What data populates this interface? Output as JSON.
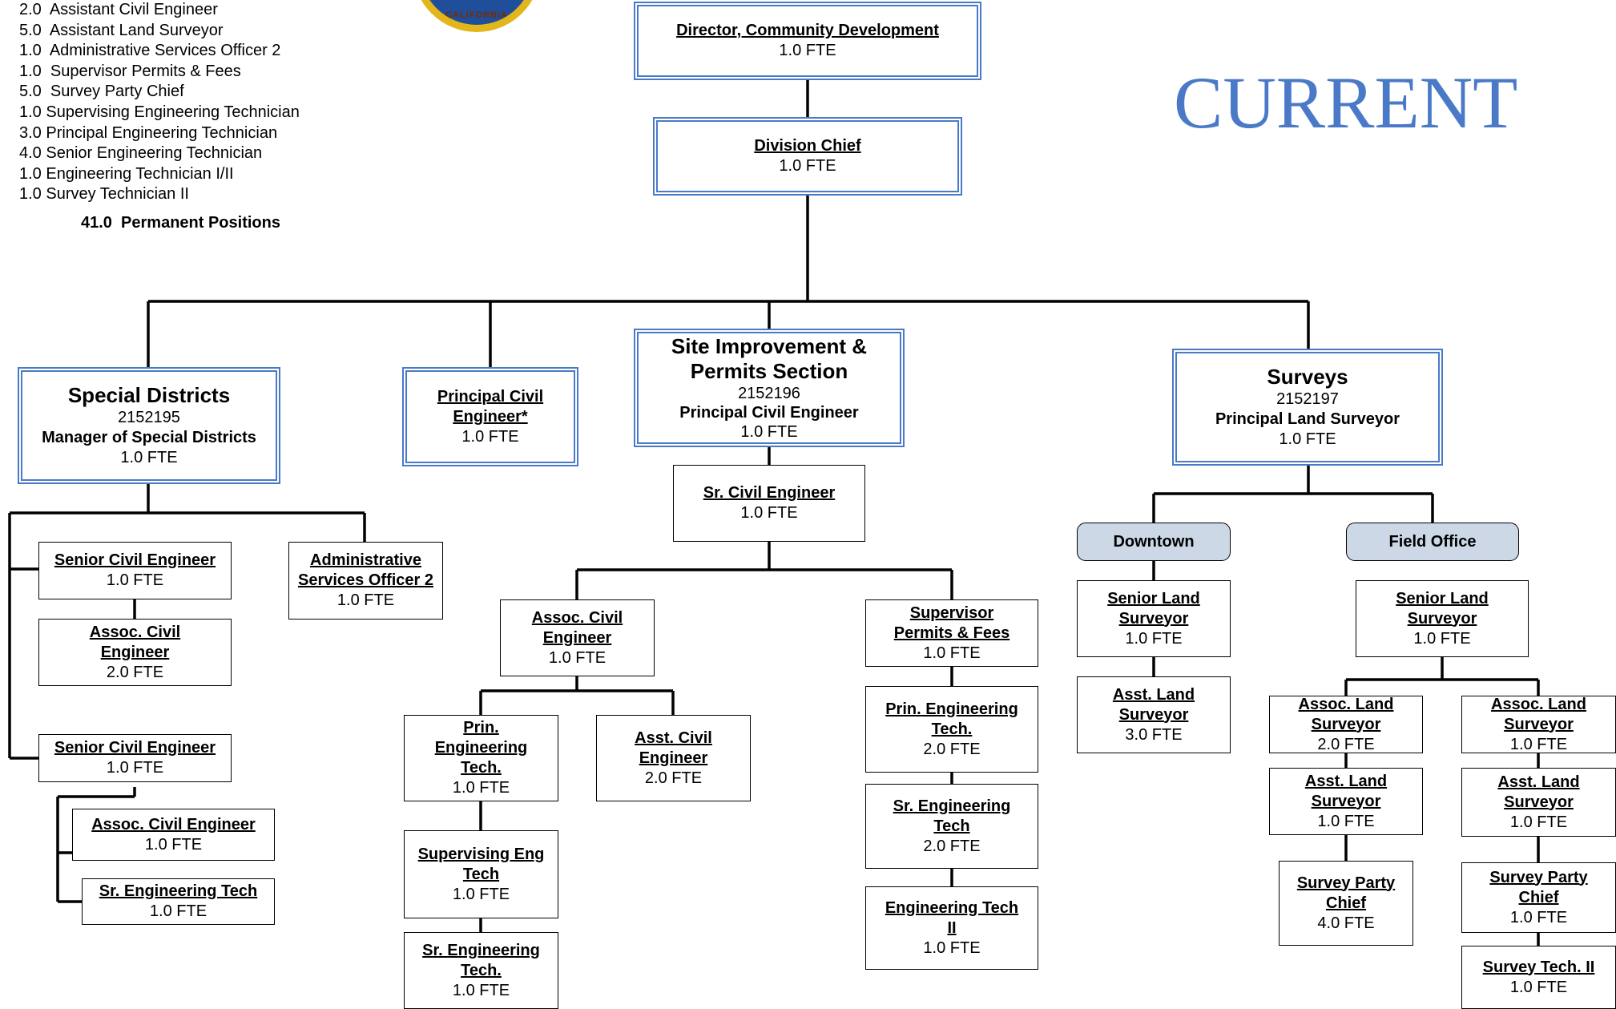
{
  "legend": [
    "2.0  Assistant Civil Engineer",
    "5.0  Assistant Land Surveyor",
    "1.0  Administrative Services Officer 2",
    "1.0  Supervisor Permits & Fees",
    "5.0  Survey Party Chief",
    "1.0 Supervising Engineering Technician",
    "3.0 Principal Engineering Technician",
    "4.0 Senior Engineering Technician",
    "1.0 Engineering Technician I/II",
    "1.0 Survey Technician II"
  ],
  "total": "41.0  Permanent Positions",
  "current_label": "CURRENT",
  "seal_text": "CALIFORNIA",
  "colors": {
    "accent": "#4a7ac7",
    "pill": "#ccd8e6"
  },
  "nodes": {
    "director": {
      "title": "Director, Community Development",
      "fte": "1.0 FTE"
    },
    "division_chief": {
      "title": "Division Chief",
      "fte": "1.0 FTE"
    },
    "special_districts": {
      "name": "Special Districts",
      "code": "2152195",
      "role": "Manager of Special Districts",
      "fte": "1.0 FTE"
    },
    "principal_civil": {
      "title1": "Principal Civil",
      "title2": "Engineer*",
      "fte": "1.0 FTE"
    },
    "site_improvement": {
      "name1": "Site Improvement &",
      "name2": "Permits Section",
      "code": "2152196",
      "role": "Principal Civil Engineer",
      "fte": "1.0 FTE"
    },
    "surveys": {
      "name": "Surveys",
      "code": "2152197",
      "role": "Principal Land Surveyor",
      "fte": "1.0 FTE"
    },
    "sd_senior_1": {
      "title": "Senior Civil Engineer",
      "fte": "1.0 FTE"
    },
    "sd_assoc_1": {
      "title1": "Assoc. Civil",
      "title2": "Engineer",
      "fte": "2.0 FTE"
    },
    "sd_aso": {
      "title1": "Administrative",
      "title2": "Services Officer 2",
      "fte": "1.0 FTE"
    },
    "sd_senior_2": {
      "title": "Senior Civil Engineer",
      "fte": "1.0 FTE"
    },
    "sd_assoc_2": {
      "title": "Assoc. Civil Engineer",
      "fte": "1.0 FTE"
    },
    "sd_sr_tech": {
      "title": "Sr. Engineering Tech",
      "fte": "1.0 FTE"
    },
    "sr_civil": {
      "title": "Sr. Civil Engineer",
      "fte": "1.0 FTE"
    },
    "assoc_civil": {
      "title1": "Assoc. Civil",
      "title2": "Engineer",
      "fte": "1.0 FTE"
    },
    "prin_eng_tech_1": {
      "title1": "Prin.",
      "title2": "Engineering",
      "title3": "Tech.",
      "fte": "1.0 FTE"
    },
    "asst_civil": {
      "title1": "Asst. Civil",
      "title2": "Engineer",
      "fte": "2.0 FTE"
    },
    "supv_eng_tech": {
      "title1": "Supervising Eng",
      "title2": "Tech",
      "fte": "1.0 FTE"
    },
    "sr_eng_tech_1": {
      "title1": "Sr. Engineering",
      "title2": "Tech.",
      "fte": "1.0 FTE"
    },
    "supv_permits": {
      "title1": "Supervisor",
      "title2": "Permits & Fees",
      "fte": "1.0 FTE"
    },
    "prin_eng_tech_2": {
      "title1": "Prin. Engineering",
      "title2": "Tech.",
      "fte": "2.0 FTE"
    },
    "sr_eng_tech_2": {
      "title1": "Sr. Engineering",
      "title2": "Tech",
      "fte": "2.0 FTE"
    },
    "eng_tech_2": {
      "title1": "Engineering Tech",
      "title2": "II",
      "fte": "1.0 FTE"
    },
    "downtown": {
      "label": "Downtown"
    },
    "field_office": {
      "label": "Field Office"
    },
    "dt_senior": {
      "title1": "Senior Land",
      "title2": "Surveyor",
      "fte": "1.0 FTE"
    },
    "dt_asst": {
      "title1": "Asst. Land",
      "title2": "Surveyor",
      "fte": "3.0 FTE"
    },
    "fo_senior": {
      "title1": "Senior Land",
      "title2": "Surveyor",
      "fte": "1.0 FTE"
    },
    "fo_assoc_a": {
      "title1": "Assoc. Land",
      "title2": "Surveyor",
      "fte": "2.0 FTE"
    },
    "fo_asst_a": {
      "title1": "Asst. Land",
      "title2": "Surveyor",
      "fte": "1.0 FTE"
    },
    "fo_chief_a": {
      "title1": "Survey Party",
      "title2": "Chief",
      "fte": "4.0 FTE"
    },
    "fo_assoc_b": {
      "title1": "Assoc. Land",
      "title2": "Surveyor",
      "fte": "1.0 FTE"
    },
    "fo_asst_b": {
      "title1": "Asst. Land",
      "title2": "Surveyor",
      "fte": "1.0 FTE"
    },
    "fo_chief_b": {
      "title1": "Survey Party",
      "title2": "Chief",
      "fte": "1.0 FTE"
    },
    "fo_tech": {
      "title": "Survey Tech. II",
      "fte": "1.0 FTE"
    }
  }
}
